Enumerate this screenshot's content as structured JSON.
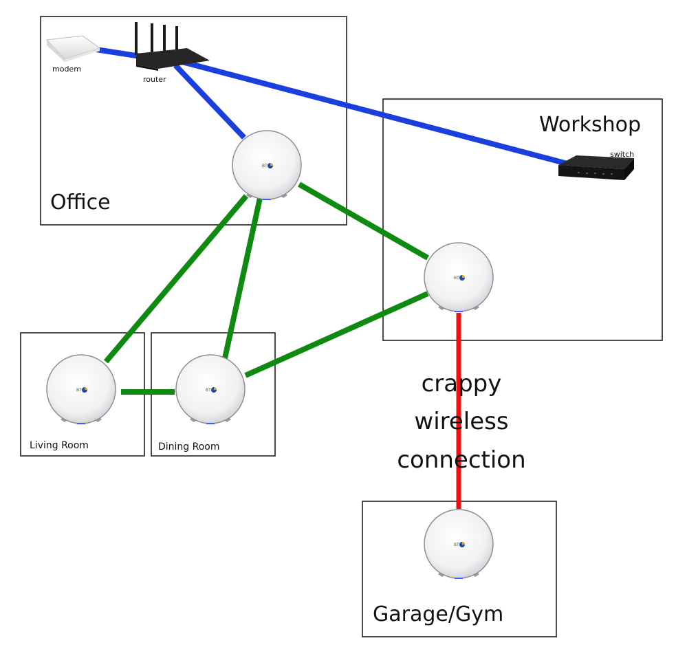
{
  "title": "Home mesh network layout",
  "rooms": {
    "office": "Office",
    "workshop": "Workshop",
    "living_room": "Living Room",
    "dining_room": "Dining Room",
    "garage_gym": "Garage/Gym"
  },
  "devices": {
    "modem": "modem",
    "router": "router",
    "switch": "switch",
    "disc_logo": "BT"
  },
  "annotation": {
    "line1": "crappy",
    "line2": "wireless",
    "line3": "connection"
  },
  "link_colors": {
    "wired": "#1a3fdc",
    "wireless_good": "#0f8a10",
    "wireless_bad": "#ee1111"
  },
  "links": [
    {
      "from": "modem",
      "to": "router",
      "type": "wired"
    },
    {
      "from": "router",
      "to": "switch",
      "type": "wired"
    },
    {
      "from": "router",
      "to": "office-disc",
      "type": "wired"
    },
    {
      "from": "office-disc",
      "to": "living-room-disc",
      "type": "wireless_good"
    },
    {
      "from": "office-disc",
      "to": "dining-room-disc",
      "type": "wireless_good"
    },
    {
      "from": "office-disc",
      "to": "workshop-disc",
      "type": "wireless_good"
    },
    {
      "from": "living-room-disc",
      "to": "dining-room-disc",
      "type": "wireless_good"
    },
    {
      "from": "dining-room-disc",
      "to": "workshop-disc",
      "type": "wireless_good"
    },
    {
      "from": "workshop-disc",
      "to": "garage-gym-disc",
      "type": "wireless_bad"
    }
  ]
}
